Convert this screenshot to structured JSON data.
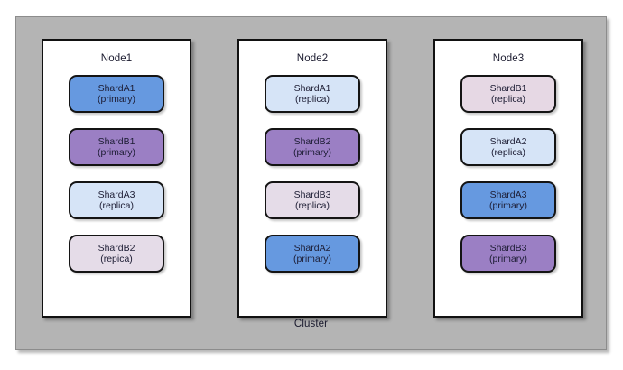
{
  "diagram": {
    "cluster_label": "Cluster",
    "background_color": "#ffffff",
    "cluster_fill": "#b4b4b4",
    "node_fill": "#ffffff",
    "colors": {
      "primary_blue": "#6699e0",
      "primary_purple": "#9b7fc4",
      "replica_blue": "#d6e4f7",
      "replica_pink": "#e5dce8",
      "replica_pink_alt": "#e6d8e4",
      "border": "#141414",
      "text": "#1c1c33"
    },
    "nodes": [
      {
        "title": "Node1",
        "shards": [
          {
            "name": "ShardA1",
            "role": "(primary)",
            "fill": "#6699e0"
          },
          {
            "name": "ShardB1",
            "role": "(primary)",
            "fill": "#9b7fc4"
          },
          {
            "name": "ShardA3",
            "role": "(replica)",
            "fill": "#d6e4f7"
          },
          {
            "name": "ShardB2",
            "role": "(repica)",
            "fill": "#e5dce8"
          }
        ]
      },
      {
        "title": "Node2",
        "shards": [
          {
            "name": "ShardA1",
            "role": "(replica)",
            "fill": "#d6e4f7"
          },
          {
            "name": "ShardB2",
            "role": "(primary)",
            "fill": "#9b7fc4"
          },
          {
            "name": "ShardB3",
            "role": "(replica)",
            "fill": "#e5dce8"
          },
          {
            "name": "ShardA2",
            "role": "(primary)",
            "fill": "#6699e0"
          }
        ]
      },
      {
        "title": "Node3",
        "shards": [
          {
            "name": "ShardB1",
            "role": "(replica)",
            "fill": "#e6d8e4"
          },
          {
            "name": "ShardA2",
            "role": "(replica)",
            "fill": "#d6e4f7"
          },
          {
            "name": "ShardA3",
            "role": "(primary)",
            "fill": "#6699e0"
          },
          {
            "name": "ShardB3",
            "role": "(primary)",
            "fill": "#9b7fc4"
          }
        ]
      }
    ]
  }
}
